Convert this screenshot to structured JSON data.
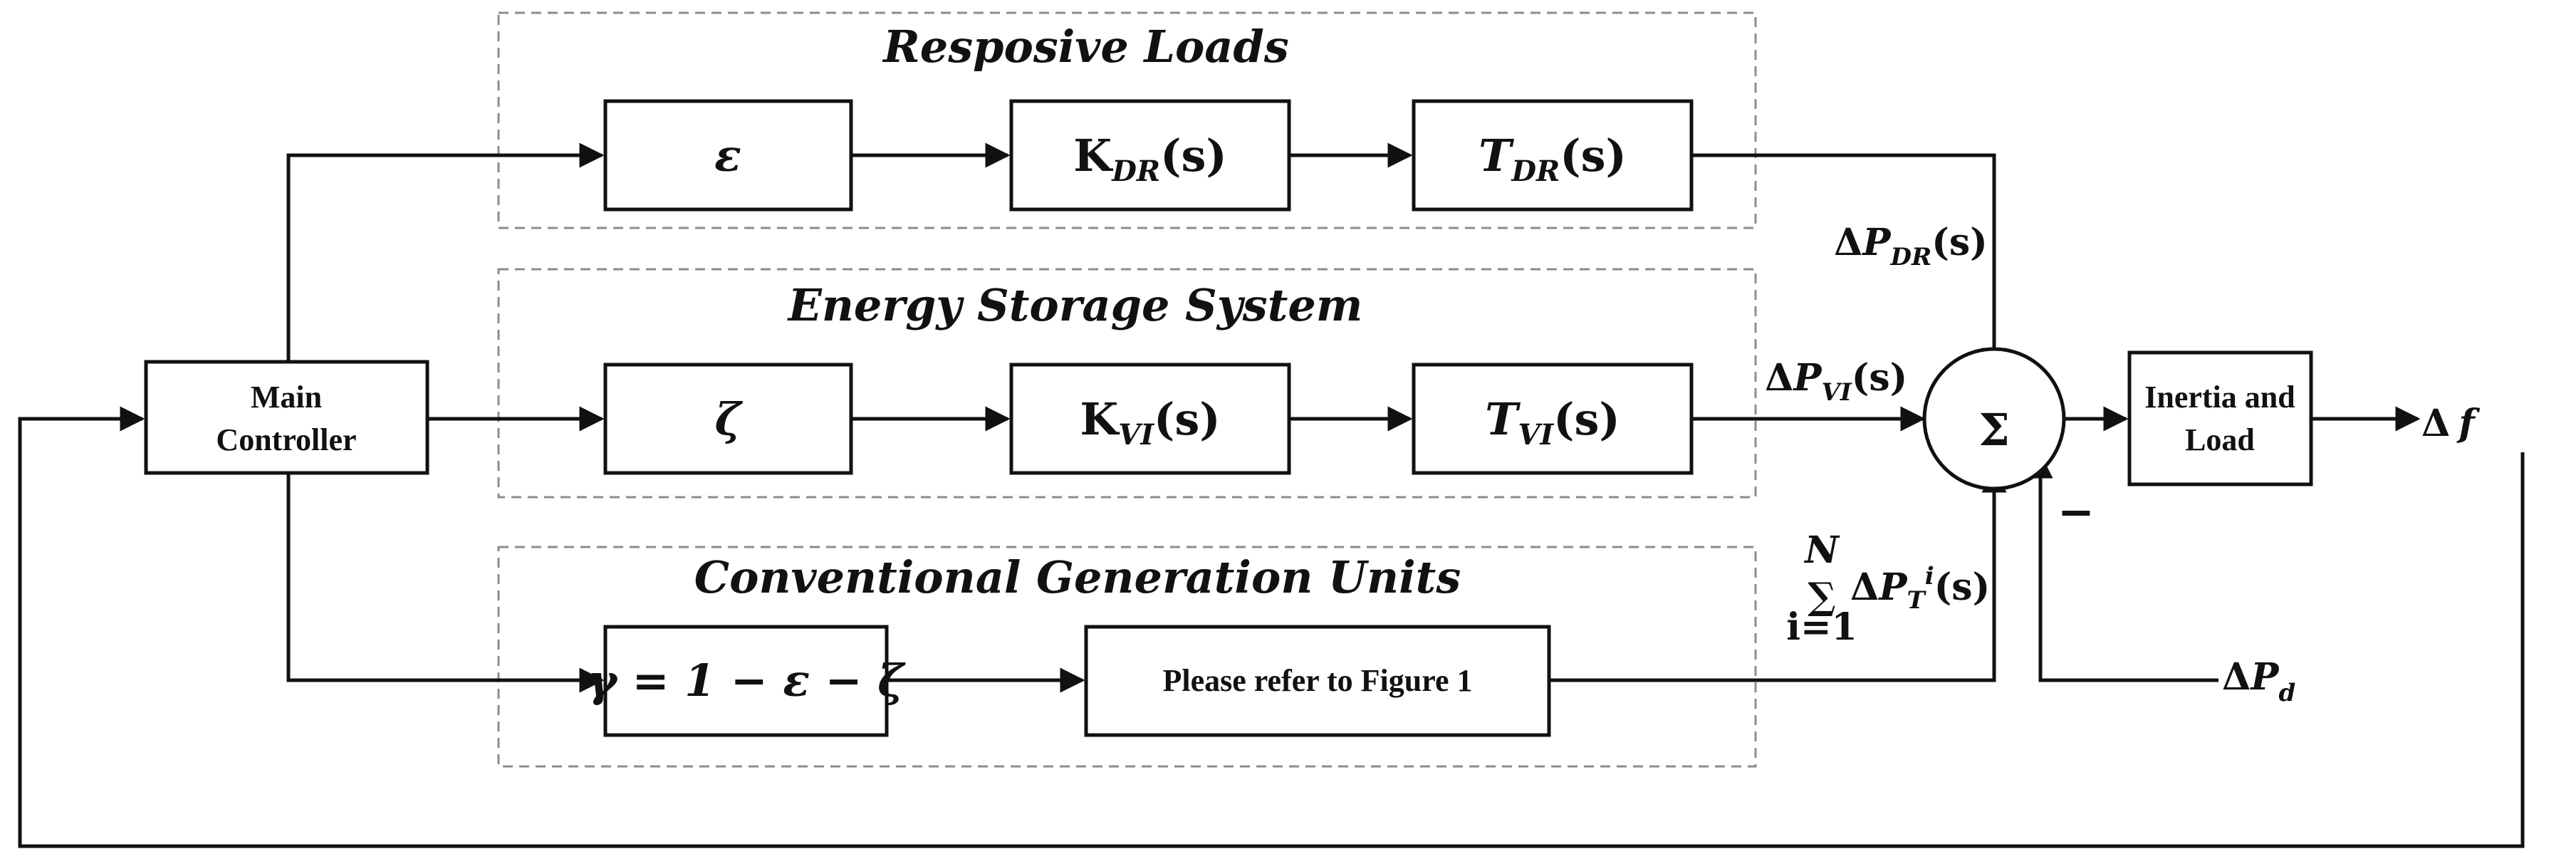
{
  "groups": {
    "responsive": "Resposive Loads",
    "storage": "Energy Storage System",
    "conventional": "Conventional Generation Units"
  },
  "blocks": {
    "main_controller": [
      "Main",
      "Controller"
    ],
    "epsilon": "ε",
    "k": "K",
    "t": "T",
    "s_arg": "(s)",
    "dr_sub": "DR",
    "vi_sub": "VI",
    "zeta": "ζ",
    "gamma_eq": "γ = 1 − ε − ζ",
    "figure_ref": "Please refer to Figure 1",
    "inertia_load": [
      "Inertia and",
      "Load"
    ],
    "sum": "Σ",
    "minus": "−"
  },
  "signals": {
    "delta": "Δ",
    "p": "P",
    "dr": "DR",
    "vi": "VI",
    "s_arg": "(s)",
    "t_sub": "T",
    "i_sup": "i",
    "sum_sym": "∑",
    "sum_upper": "N",
    "sum_lower": "i=1",
    "d_sub": "d",
    "f": "f"
  },
  "colors": {
    "line": "#111111",
    "group_border": "#8c8c8c",
    "background": "#ffffff"
  }
}
